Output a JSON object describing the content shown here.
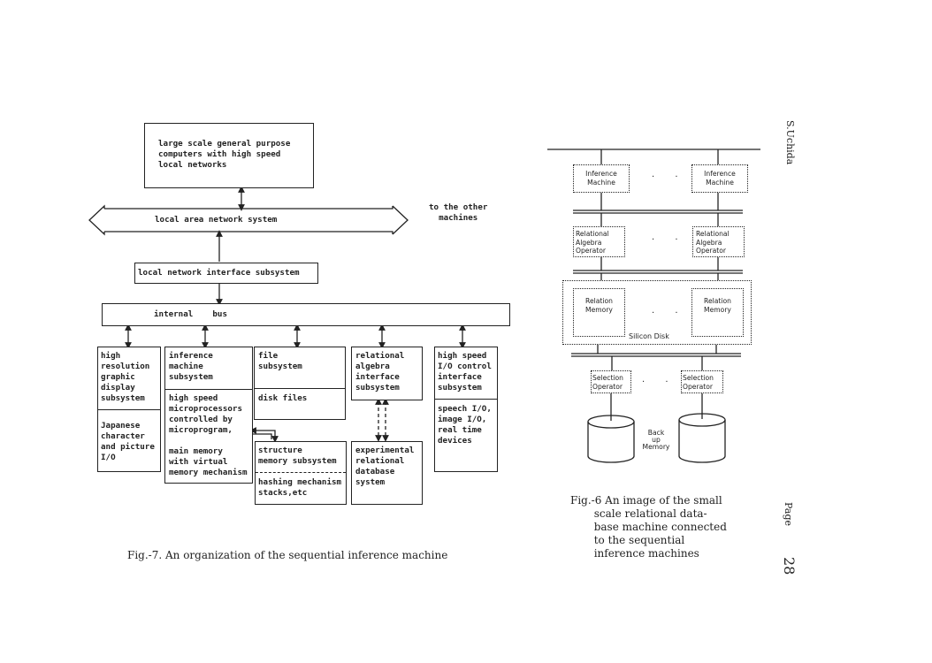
{
  "header": {
    "author": "S.Uchida"
  },
  "footer": {
    "page_label": "Page",
    "page_number": "28"
  },
  "fig7": {
    "caption": "Fig.-7. An organization of the sequential inference machine",
    "top_box": "large scale general purpose\ncomputers with high speed\nlocal networks",
    "lan": "local area network system",
    "to_other": "to the other\n  machines",
    "lnis": "local network interface subsystem",
    "bus": "internal    bus",
    "graphic": {
      "title": "high\nresolution\ngraphic\ndisplay\nsubsystem",
      "detail": "Japanese\ncharacter\nand picture\nI/O"
    },
    "inference": {
      "title": "inference\nmachine\nsubsystem",
      "detail": "high speed\nmicroprocessors\ncontrolled by\nmicroprogram,\n\nmain memory\nwith virtual\nmemory mechanism"
    },
    "file": {
      "title": "file\nsubsystem",
      "detail": "disk files"
    },
    "structure": {
      "title": "structure\nmemory subsystem",
      "detail": "hashing mechanism\nstacks,etc"
    },
    "relational": {
      "title": "relational\nalgebra\ninterface\nsubsystem"
    },
    "experimental": {
      "title": "experimental\nrelational\ndatabase\nsystem"
    },
    "io": {
      "title": "high speed\nI/O control\ninterface\nsubsystem",
      "detail": "speech I/O,\nimage I/O,\nreal time\ndevices"
    }
  },
  "fig6": {
    "caption": "Fig.-6 An image of the small\n       scale relational data-\n       base machine connected\n       to the sequential\n       inference machines",
    "inference_machine": "Inference\nMachine",
    "rao": "Relational\nAlgebra\nOperator",
    "relation_memory": "Relation\nMemory",
    "silicon_disk": "Silicon Disk",
    "selection_operator": "Selection\nOperator",
    "backup_memory": "Back\nup\nMemory",
    "ellipsis": "· · ·"
  }
}
